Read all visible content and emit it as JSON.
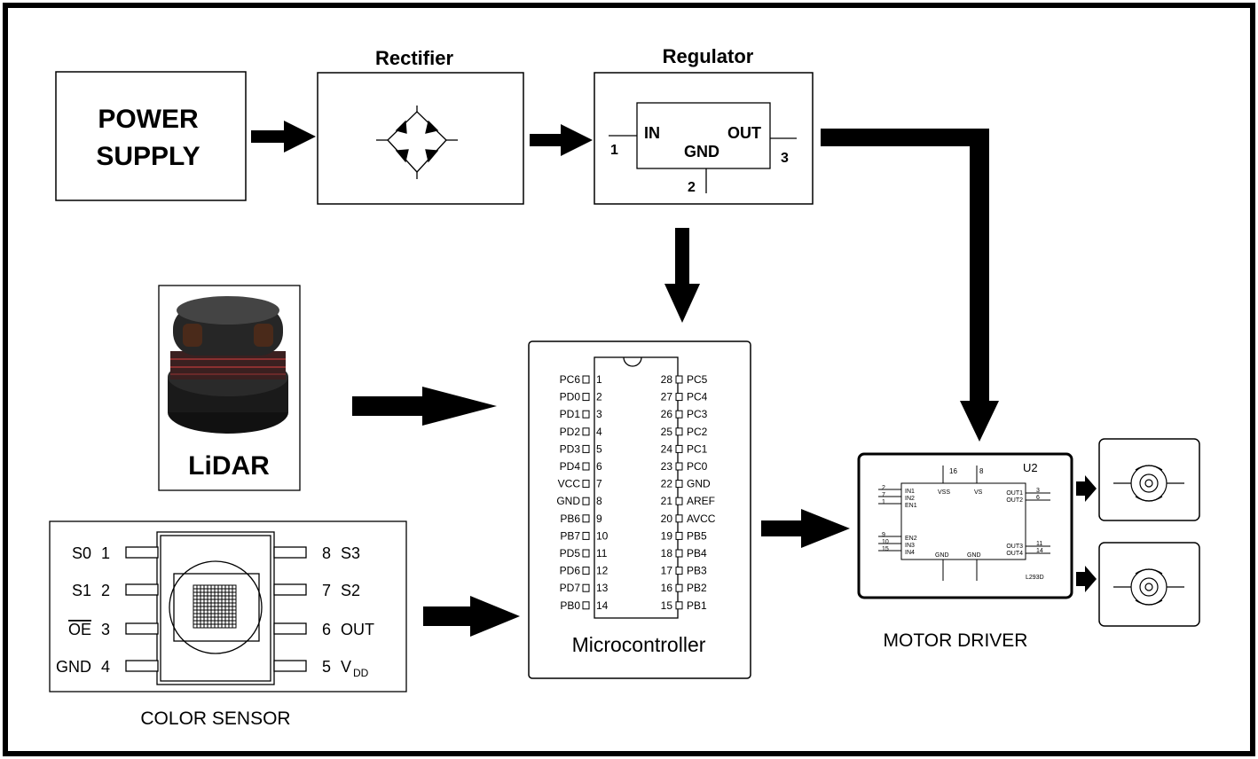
{
  "power_supply": {
    "line1": "POWER",
    "line2": "SUPPLY"
  },
  "rectifier": {
    "title": "Rectifier"
  },
  "regulator": {
    "title": "Regulator",
    "pin_in": "IN",
    "pin_out": "OUT",
    "pin_gnd": "GND",
    "pin1": "1",
    "pin2": "2",
    "pin3": "3"
  },
  "lidar": {
    "label": "LiDAR"
  },
  "microcontroller": {
    "label": "Microcontroller",
    "left_pins": [
      {
        "name": "PC6",
        "num": "1"
      },
      {
        "name": "PD0",
        "num": "2"
      },
      {
        "name": "PD1",
        "num": "3"
      },
      {
        "name": "PD2",
        "num": "4"
      },
      {
        "name": "PD3",
        "num": "5"
      },
      {
        "name": "PD4",
        "num": "6"
      },
      {
        "name": "VCC",
        "num": "7"
      },
      {
        "name": "GND",
        "num": "8"
      },
      {
        "name": "PB6",
        "num": "9"
      },
      {
        "name": "PB7",
        "num": "10"
      },
      {
        "name": "PD5",
        "num": "11"
      },
      {
        "name": "PD6",
        "num": "12"
      },
      {
        "name": "PD7",
        "num": "13"
      },
      {
        "name": "PB0",
        "num": "14"
      }
    ],
    "right_pins": [
      {
        "num": "28",
        "name": "PC5"
      },
      {
        "num": "27",
        "name": "PC4"
      },
      {
        "num": "26",
        "name": "PC3"
      },
      {
        "num": "25",
        "name": "PC2"
      },
      {
        "num": "24",
        "name": "PC1"
      },
      {
        "num": "23",
        "name": "PC0"
      },
      {
        "num": "22",
        "name": "GND"
      },
      {
        "num": "21",
        "name": "AREF"
      },
      {
        "num": "20",
        "name": "AVCC"
      },
      {
        "num": "19",
        "name": "PB5"
      },
      {
        "num": "18",
        "name": "PB4"
      },
      {
        "num": "17",
        "name": "PB3"
      },
      {
        "num": "16",
        "name": "PB2"
      },
      {
        "num": "15",
        "name": "PB1"
      }
    ]
  },
  "color_sensor": {
    "label": "COLOR SENSOR",
    "left_pins": [
      {
        "name": "S0",
        "num": "1"
      },
      {
        "name": "S1",
        "num": "2"
      },
      {
        "name": "OE",
        "num": "3"
      },
      {
        "name": "GND",
        "num": "4"
      }
    ],
    "right_pins": [
      {
        "num": "8",
        "name": "S3"
      },
      {
        "num": "7",
        "name": "S2"
      },
      {
        "num": "6",
        "name": "OUT"
      },
      {
        "num": "5",
        "name": "V",
        "sub": "DD"
      }
    ]
  },
  "motor_driver": {
    "label": "MOTOR DRIVER",
    "ref": "U2",
    "part": "L293D",
    "top_pins": [
      "16",
      "8"
    ],
    "left_pin_nums": [
      "2",
      "7",
      "1",
      "9",
      "10",
      "15"
    ],
    "left_pin_names": [
      "IN1",
      "IN2",
      "EN1",
      "EN2",
      "IN3",
      "IN4"
    ],
    "right_pin_nums": [
      "3",
      "6",
      "11",
      "14"
    ],
    "right_pin_names": [
      "OUT1",
      "OUT2",
      "OUT3",
      "OUT4"
    ],
    "vss": "VSS",
    "vs": "VS",
    "gnd": "GND"
  }
}
